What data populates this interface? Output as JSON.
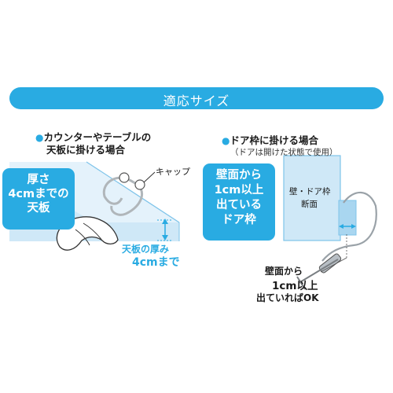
{
  "banner": {
    "title": "適応サイズ"
  },
  "left": {
    "heading_line1": "カウンターやテーブルの",
    "heading_line2": "天板に掛ける場合",
    "box_line1": "厚さ",
    "box_line2": "4cmまでの",
    "box_line3": "天板",
    "cap_label": "キャップ",
    "thickness_line1": "天板の厚み",
    "thickness_line2": "4cmまで"
  },
  "right": {
    "heading": "ドア枠に掛ける場合",
    "note": "（ドアは開けた状態で使用）",
    "box_line1": "壁面から",
    "box_line2": "1cm以上",
    "box_line3": "出ている",
    "box_line4": "ドア枠",
    "section_line1": "壁・ドア枠",
    "section_line2": "断面",
    "ok_line1": "壁面から",
    "ok_line2": "1cm以上",
    "ok_line3": "出ていればOK"
  },
  "colors": {
    "accent": "#29abe2",
    "light_blue": "#cfe8f7",
    "mid_blue": "#a9d6f0",
    "text": "#1a1a1a"
  }
}
